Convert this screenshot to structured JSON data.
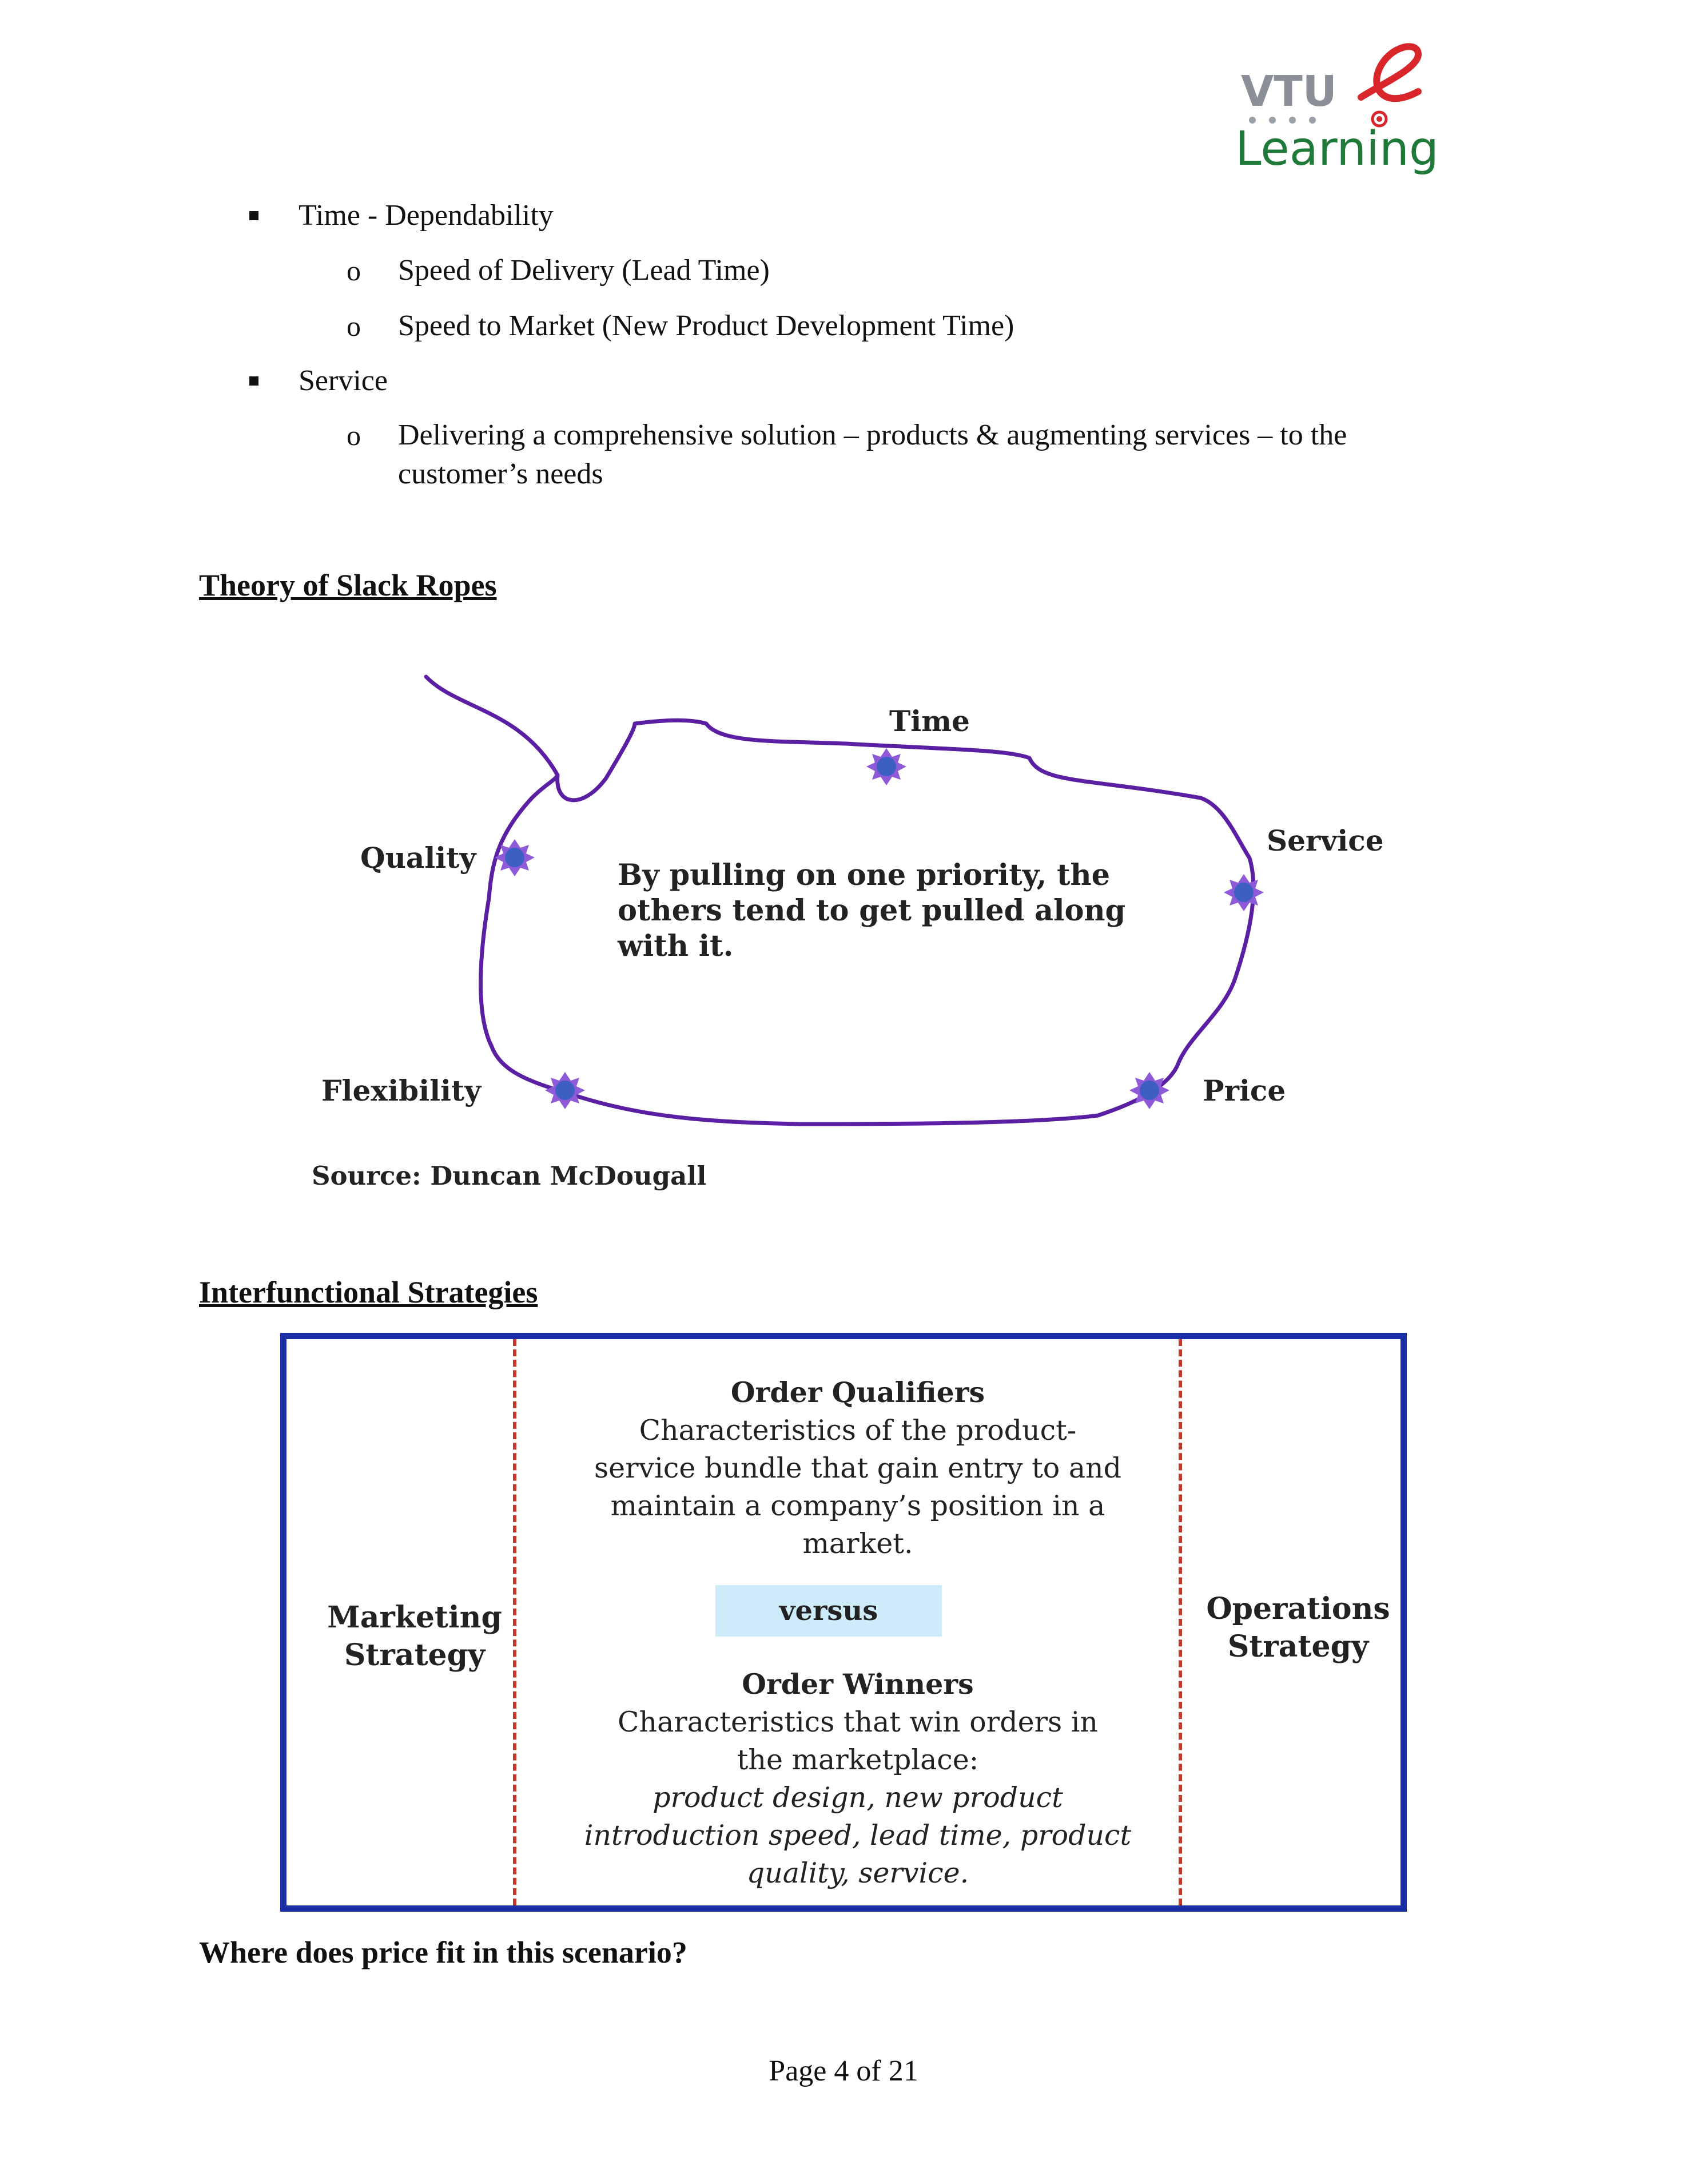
{
  "logo": {
    "line1": "VTU",
    "line2": "Learning"
  },
  "bullets": {
    "time": {
      "label": "Time - Dependability",
      "items": [
        "Speed of Delivery (Lead Time)",
        "Speed to Market (New Product Development Time)"
      ]
    },
    "service": {
      "label": "Service",
      "item_line1": "Delivering a comprehensive solution – products & augmenting services –  to the",
      "item_line2": "customer’s needs"
    }
  },
  "section_slack": {
    "heading": "Theory of Slack Ropes",
    "labels": {
      "time": "Time",
      "service": "Service",
      "quality": "Quality",
      "flexibility": "Flexibility",
      "price": "Price"
    },
    "caption_lines": [
      "By pulling on one priority, the",
      "others tend to get pulled along",
      "with it."
    ],
    "source": "Source: Duncan McDougall"
  },
  "section_interfunctional": {
    "heading": "Interfunctional Strategies",
    "left_label": [
      "Marketing",
      "Strategy"
    ],
    "right_label": [
      "Operations",
      "Strategy"
    ],
    "qualifiers_title": "Order Qualifiers",
    "qualifiers_lines": [
      "Characteristics of the product-",
      "service bundle that gain entry to and",
      "maintain a company’s position in a",
      "market."
    ],
    "versus": "versus",
    "winners_title": "Order Winners",
    "winners_lines": [
      "Characteristics that win orders in",
      "the marketplace:"
    ],
    "winners_italic_lines": [
      "product design, new product",
      "introduction speed, lead time, product",
      "quality, service."
    ],
    "colors": {
      "border": "#1a2ea6",
      "dash": "#c0392b",
      "versus_bg": "#cdebf9",
      "rope": "#5a1fa3",
      "node": "#3d5fc4"
    }
  },
  "question": "Where does price fit in this scenario?",
  "footer": "Page 4 of 21"
}
